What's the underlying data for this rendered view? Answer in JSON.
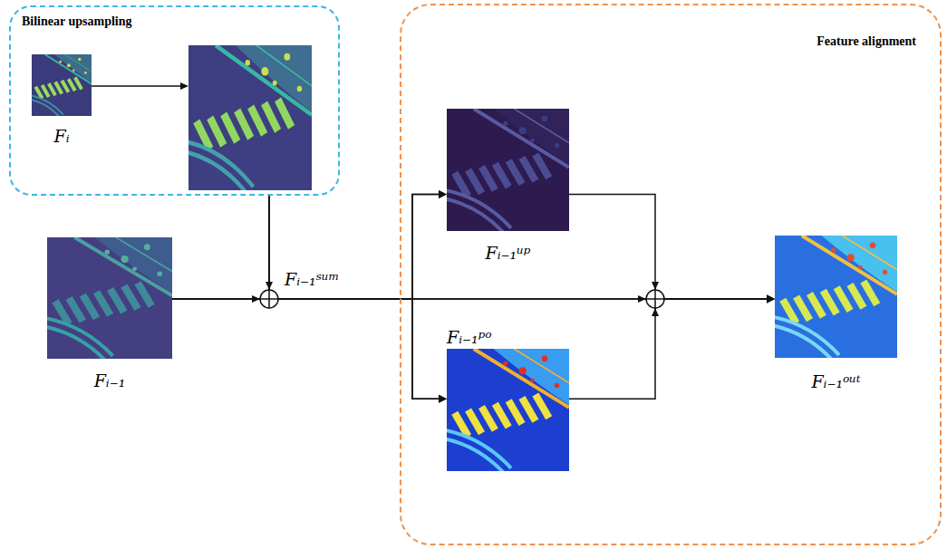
{
  "diagram": {
    "nodes": [
      {
        "text": [
          "Bilinear upsampling"
        ]
      },
      {
        "text": [
          "Fᵢ"
        ],
        "in": 0
      },
      {
        "text": [
          "Fᵢ₋₁"
        ]
      },
      {
        "text": [
          "Feature alignment"
        ]
      },
      {
        "text": [
          "Fᵢ₋₁ᵘᵖ"
        ],
        "in": 3
      },
      {
        "text": [
          "Fᵢ₋₁ᵖᵒ"
        ],
        "in": 3
      },
      {
        "text": [
          "Fᵢ₋₁ᵒᵘᵗ"
        ],
        "in": 3
      }
    ],
    "edges": [
      {
        "from": 0,
        "to": 4,
        "arrow": "to"
      },
      {
        "from": 0,
        "to": 5,
        "arrow": "to"
      },
      {
        "from": 0,
        "to": 6,
        "arrow": "to"
      },
      {
        "from": 2,
        "to": 4,
        "arrow": "to"
      },
      {
        "from": 2,
        "to": 5,
        "arrow": "to"
      },
      {
        "from": 2,
        "to": 6,
        "arrow": "to"
      },
      {
        "from": 4,
        "to": 6,
        "arrow": "to"
      },
      {
        "from": 5,
        "to": 6,
        "arrow": "to"
      }
    ],
    "labels": [
      "Fᵢ₋₁ˢᵘᵐ"
    ]
  }
}
